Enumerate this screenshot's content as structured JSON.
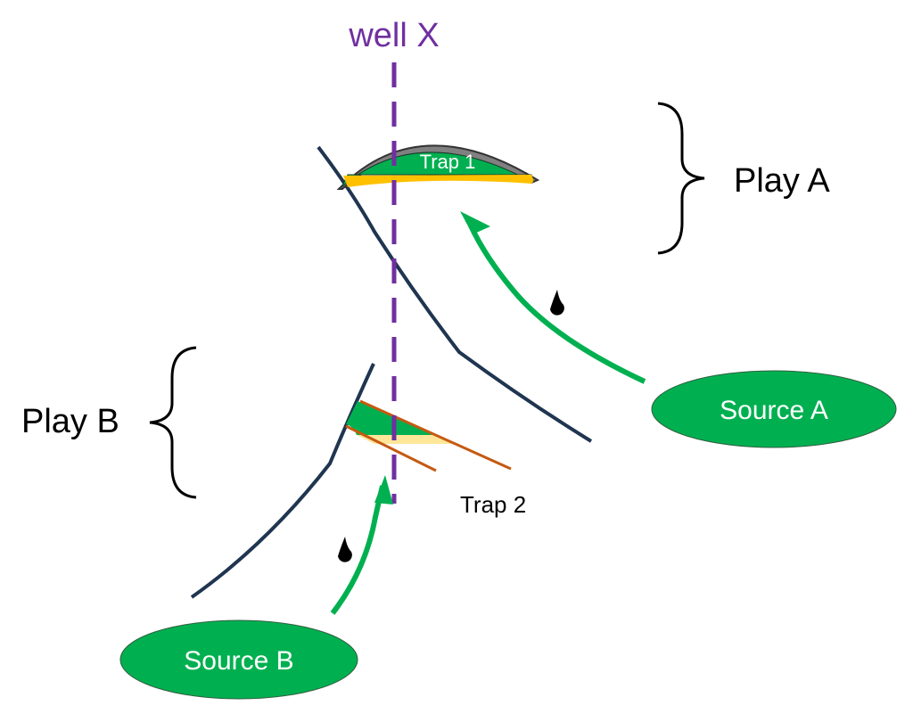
{
  "well": {
    "label": "well X",
    "color": "#7030a0"
  },
  "plays": {
    "a": {
      "label": "Play A"
    },
    "b": {
      "label": "Play B"
    }
  },
  "traps": {
    "t1": {
      "label": "Trap 1",
      "hydrocarbon_color": "#00b050",
      "seal_color": "#808080",
      "water_color": "#ffc000"
    },
    "t2": {
      "label": "Trap 2",
      "hydrocarbon_color": "#00b050",
      "bed_color": "#c55a11",
      "water_color": "#ffe699"
    }
  },
  "sources": {
    "a": {
      "label": "Source A",
      "color": "#00b050"
    },
    "b": {
      "label": "Source B",
      "color": "#00b050"
    }
  },
  "colors": {
    "fault": "#1f3550",
    "migration": "#00b050",
    "oil_drop": "#000000",
    "bracket": "#000000"
  }
}
